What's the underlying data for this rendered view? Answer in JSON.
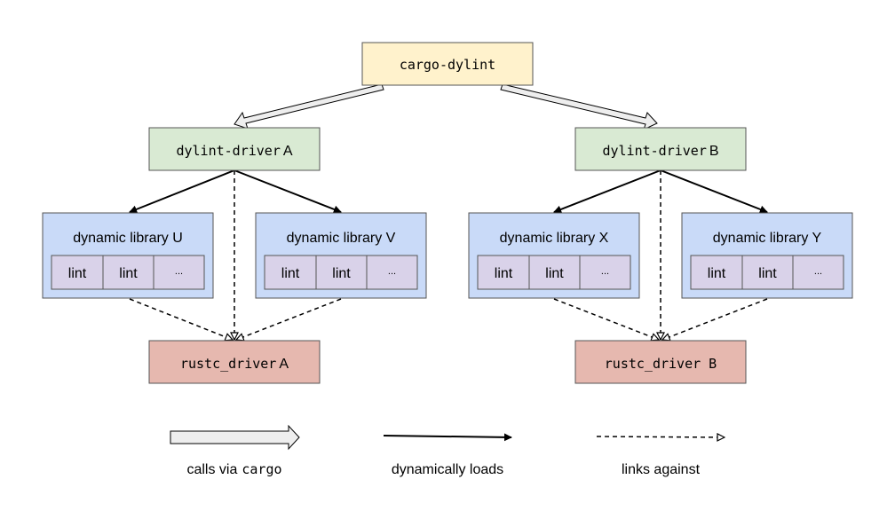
{
  "colors": {
    "cargo_box": "#fff2cc",
    "driver_box": "#d9ead3",
    "library_box": "#c9daf8",
    "lint_box": "#d9d2e9",
    "rustc_box": "#e6b8af",
    "border": "#555555",
    "arrow_fill": "#eeeeee"
  },
  "nodes": {
    "cargo_dylint": {
      "text": "cargo-dylint"
    },
    "driver_a": {
      "mono": "dylint-driver",
      "suffix": "A"
    },
    "driver_b": {
      "mono": "dylint-driver",
      "suffix": "B"
    },
    "rustc_a": {
      "mono": "rustc_driver",
      "suffix": "A"
    },
    "rustc_b": {
      "mono": "rustc_driver B",
      "suffix": ""
    },
    "libraries": [
      {
        "title": "dynamic library U",
        "cells": [
          "lint",
          "lint",
          "..."
        ]
      },
      {
        "title": "dynamic library V",
        "cells": [
          "lint",
          "lint",
          "..."
        ]
      },
      {
        "title": "dynamic library X",
        "cells": [
          "lint",
          "lint",
          "..."
        ]
      },
      {
        "title": "dynamic library Y",
        "cells": [
          "lint",
          "lint",
          "..."
        ]
      }
    ]
  },
  "legend": {
    "calls": {
      "text": "calls via",
      "mono": "cargo"
    },
    "loads": {
      "text": "dynamically loads"
    },
    "links": {
      "text": "links against"
    }
  }
}
